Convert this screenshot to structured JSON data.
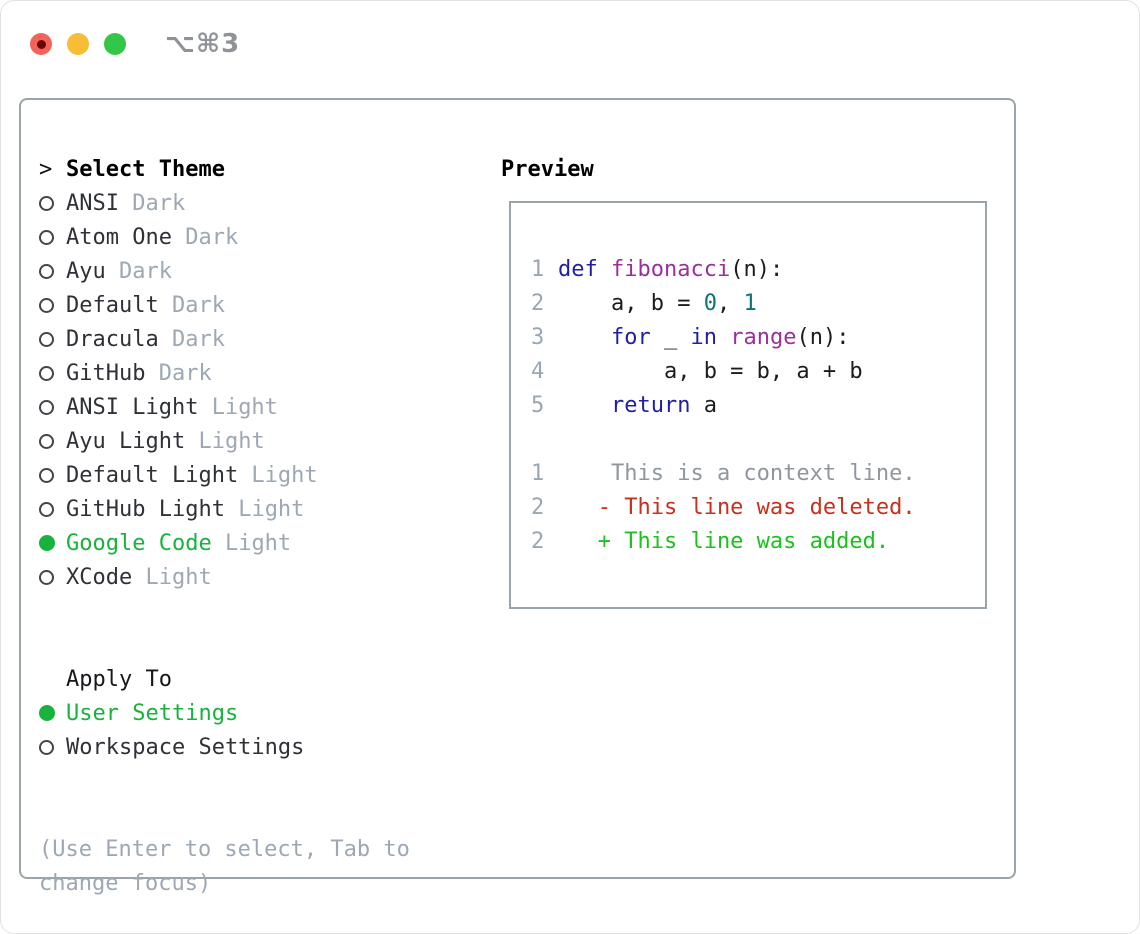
{
  "window": {
    "shortcut_label": "⌥⌘3"
  },
  "colors": {
    "frame": "#9ba3ac",
    "green_accent": "#17b33c",
    "name_text": "#2f3138",
    "muted_text": "#9da8b4",
    "muted_dark": "#8f9297",
    "bullet_outline": "#43454c",
    "traffic_red": "#f4635a",
    "traffic_red_dot": "#6b0703",
    "traffic_yellow": "#f6bd35",
    "traffic_green": "#33c748",
    "syntax_keyword": "#1f1fa8",
    "syntax_function": "#9c2f9c",
    "syntax_literal": "#0d7474",
    "line_number": "#9aa6b2",
    "diff_context": "#8f969e",
    "diff_deleted": "#c9301c",
    "diff_added": "#1dc11d"
  },
  "theme_panel": {
    "header": {
      "prefix": ">",
      "label": "Select Theme"
    },
    "themes": [
      {
        "name": "ANSI",
        "variant": "Dark",
        "selected": false
      },
      {
        "name": "Atom One",
        "variant": "Dark",
        "selected": false
      },
      {
        "name": "Ayu",
        "variant": "Dark",
        "selected": false
      },
      {
        "name": "Default",
        "variant": "Dark",
        "selected": false
      },
      {
        "name": "Dracula",
        "variant": "Dark",
        "selected": false
      },
      {
        "name": "GitHub",
        "variant": "Dark",
        "selected": false
      },
      {
        "name": "ANSI Light",
        "variant": "Light",
        "selected": false
      },
      {
        "name": "Ayu Light",
        "variant": "Light",
        "selected": false
      },
      {
        "name": "Default Light",
        "variant": "Light",
        "selected": false
      },
      {
        "name": "GitHub Light",
        "variant": "Light",
        "selected": false
      },
      {
        "name": "Google Code",
        "variant": "Light",
        "selected": true
      },
      {
        "name": "XCode",
        "variant": "Light",
        "selected": false
      }
    ],
    "apply_to": {
      "label": "Apply To",
      "options": [
        {
          "label": "User Settings",
          "selected": true
        },
        {
          "label": "Workspace Settings",
          "selected": false
        }
      ]
    },
    "help_lines": [
      "(Use Enter to select, Tab to",
      "change focus)"
    ]
  },
  "preview": {
    "title": "Preview",
    "code_lines": [
      {
        "num": "1",
        "tokens": [
          {
            "text": "def",
            "type": "kw"
          },
          {
            "text": " ",
            "type": "pln"
          },
          {
            "text": "fibonacci",
            "type": "fn"
          },
          {
            "text": "(n):",
            "type": "pln"
          }
        ]
      },
      {
        "num": "2",
        "tokens": [
          {
            "text": "    a, b = ",
            "type": "pln"
          },
          {
            "text": "0",
            "type": "num"
          },
          {
            "text": ", ",
            "type": "pln"
          },
          {
            "text": "1",
            "type": "num"
          }
        ]
      },
      {
        "num": "3",
        "tokens": [
          {
            "text": "    ",
            "type": "pln"
          },
          {
            "text": "for",
            "type": "kw"
          },
          {
            "text": " _ ",
            "type": "pln"
          },
          {
            "text": "in",
            "type": "kw"
          },
          {
            "text": " ",
            "type": "pln"
          },
          {
            "text": "range",
            "type": "fn"
          },
          {
            "text": "(n):",
            "type": "pln"
          }
        ]
      },
      {
        "num": "4",
        "tokens": [
          {
            "text": "        a, b = b, a + b",
            "type": "pln"
          }
        ]
      },
      {
        "num": "5",
        "tokens": [
          {
            "text": "    ",
            "type": "pln"
          },
          {
            "text": "return",
            "type": "kw"
          },
          {
            "text": " a",
            "type": "pln"
          }
        ]
      }
    ],
    "diff_lines": [
      {
        "num": "1",
        "tokens": [
          {
            "text": "    This is a context line.",
            "type": "ctx"
          }
        ]
      },
      {
        "num": "2",
        "tokens": [
          {
            "text": "   - This line was deleted.",
            "type": "del"
          }
        ]
      },
      {
        "num": "2",
        "tokens": [
          {
            "text": "   + This line was added.",
            "type": "add"
          }
        ]
      }
    ]
  }
}
